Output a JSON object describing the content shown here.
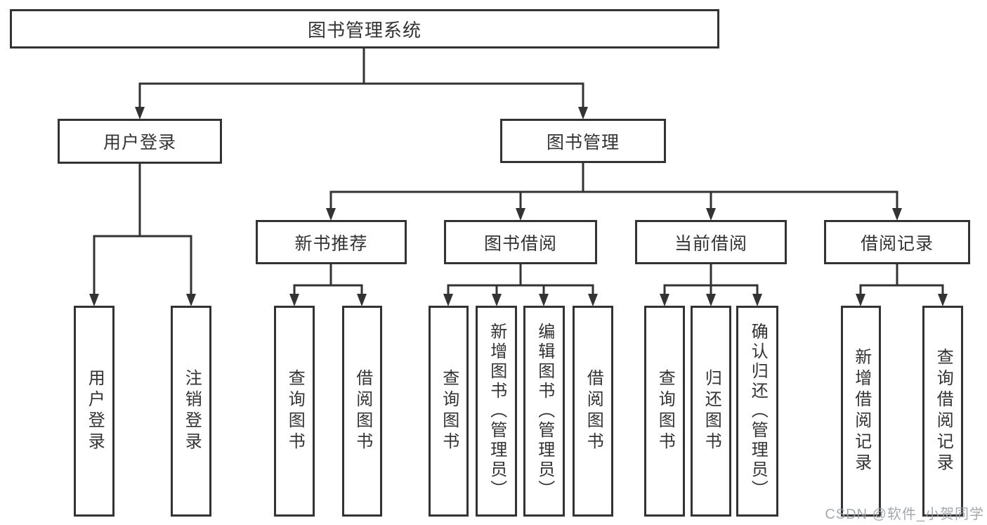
{
  "diagram": {
    "root": {
      "label": "图书管理系统"
    },
    "level2": [
      {
        "id": "user-login",
        "label": "用户登录"
      },
      {
        "id": "book-management",
        "label": "图书管理"
      }
    ],
    "level3": [
      {
        "id": "new-book-recommend",
        "label": "新书推荐",
        "parent": "图书管理"
      },
      {
        "id": "book-borrowing",
        "label": "图书借阅",
        "parent": "图书管理"
      },
      {
        "id": "current-borrowing",
        "label": "当前借阅",
        "parent": "图书管理"
      },
      {
        "id": "borrowing-records",
        "label": "借阅记录",
        "parent": "图书管理"
      }
    ],
    "level4": [
      {
        "group": "用户登录",
        "label": "用户登录"
      },
      {
        "group": "用户登录",
        "label": "注销登录"
      },
      {
        "group": "新书推荐",
        "label": "查询图书"
      },
      {
        "group": "新书推荐",
        "label": "借阅图书"
      },
      {
        "group": "图书借阅",
        "label": "查询图书"
      },
      {
        "group": "图书借阅",
        "label": "新增图书（管理员）"
      },
      {
        "group": "图书借阅",
        "label": "编辑图书（管理员）"
      },
      {
        "group": "图书借阅",
        "label": "借阅图书"
      },
      {
        "group": "当前借阅",
        "label": "查询图书"
      },
      {
        "group": "当前借阅",
        "label": "归还图书"
      },
      {
        "group": "当前借阅",
        "label": "确认归还（管理员）"
      },
      {
        "group": "借阅记录",
        "label": "新增借阅记录"
      },
      {
        "group": "借阅记录",
        "label": "查询借阅记录"
      }
    ]
  },
  "colors": {
    "line": "#333333",
    "text": "#333333",
    "watermark": "#9b9fa6",
    "background": "#ffffff"
  },
  "watermark": {
    "text": "CSDN @软件_小贺同学"
  }
}
